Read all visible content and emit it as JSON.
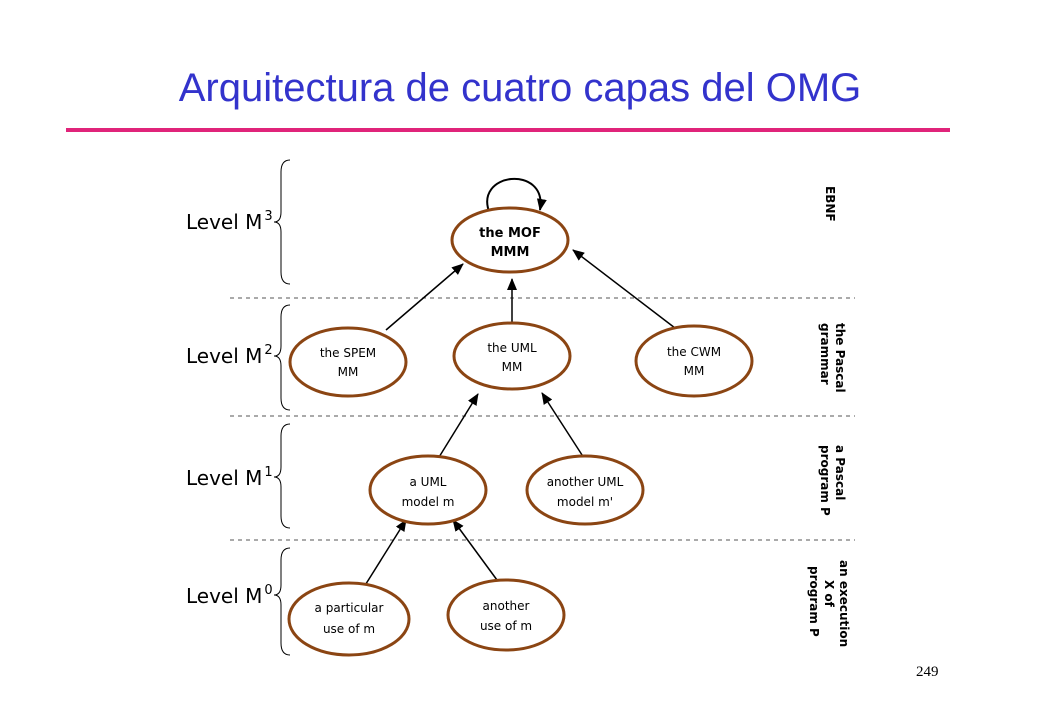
{
  "slide": {
    "title": "Arquitectura de cuatro capas del OMG",
    "page_number": "249"
  },
  "levels": [
    {
      "label": "Level M",
      "sup": "3",
      "side_lines": [
        "EBNF"
      ]
    },
    {
      "label": "Level M",
      "sup": "2",
      "side_lines": [
        "the Pascal",
        "grammar"
      ]
    },
    {
      "label": "Level M",
      "sup": "1",
      "side_lines": [
        "a Pascal",
        "program P"
      ]
    },
    {
      "label": "Level M",
      "sup": "0",
      "side_lines": [
        "an execution",
        "X of",
        "program P"
      ]
    }
  ],
  "nodes": {
    "mof": {
      "lines": [
        "the MOF",
        "MMM"
      ]
    },
    "spem": {
      "lines": [
        "the SPEM",
        "MM"
      ]
    },
    "uml": {
      "lines": [
        "the UML",
        "MM"
      ]
    },
    "cwm": {
      "lines": [
        "the CWM",
        "MM"
      ]
    },
    "umlmodel": {
      "lines": [
        "a UML",
        "model m"
      ]
    },
    "anotherumlmodel": {
      "lines": [
        "another UML",
        "model m'"
      ]
    },
    "particular": {
      "lines": [
        "a particular",
        "use of m"
      ]
    },
    "anotheruse": {
      "lines": [
        "another",
        "use of m"
      ]
    }
  },
  "colors": {
    "title": "#3333cc",
    "rule": "#e0247a",
    "node_stroke": "#8b4513"
  }
}
